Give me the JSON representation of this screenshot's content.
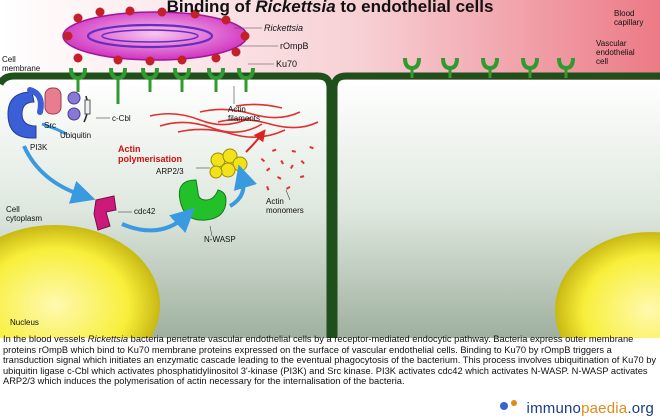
{
  "title": {
    "prefix": "Binding of ",
    "italic": "Rickettsia",
    "suffix": " to endothelial cells"
  },
  "labels": {
    "rickettsia": "Rickettsia",
    "rompb": "rOmpB",
    "ku70": "Ku70",
    "cell_membrane": "Cell\nmembrane",
    "src": "Src",
    "c_cbl": "c-Cbl",
    "ubiquitin": "Ubiquitin",
    "pi3k": "PI3K",
    "actin_filaments": "Actin\nfilaments",
    "actin_polymerisation": "Actin\npolymerisation",
    "arp23": "ARP2/3",
    "cdc42": "cdc42",
    "cell_cytoplasm": "Cell\ncytoplasm",
    "nwasp": "N-WASP",
    "actin_monomers": "Actin\nmonomers",
    "nucleus": "Nucleus",
    "blood_capillary": "Blood\ncapillary",
    "vascular_endothelial_cell": "Vascular\nendothelial\ncell"
  },
  "caption": {
    "p1": "In the blood vessels ",
    "italic": "Rickettsia",
    "p2": " bacteria penetrate vascular endothelial cells by a receptor-mediated endocytic pathway. Bacteria express outer membrane proteins rOmpB which bind to Ku70 membrane proteins expressed on the surface of vascular endothelial cells. Binding to Ku70 by rOmpB triggers a transduction signal which initiates an enzymatic cascade leading to the eventual phagocytosis of the bacterium. This process involves ubiquitination of Ku70 by ubiquitin ligase c-Cbl which activates phosphatidylinositol 3'-kinase (PI3K) and Src kinase. PI3K activates cdc42 which activates N-WASP. N-WASP activates ARP2/3 which induces the polymerisation of actin necessary for the internalisation of the bacteria."
  },
  "logo": {
    "part1": "immuno",
    "part2": "paedia",
    "part3": ".org"
  },
  "colors": {
    "membrane": "#1f4f1a",
    "receptor": "#2f9a2f",
    "bacterium": "#e04fd0",
    "rompb": "#c4202a",
    "pi3k": "#3a5fd6",
    "cdc42": "#cc1a7a",
    "nwasp": "#22c12a",
    "arp": "#f2e21a",
    "nucleus": "#f6f24a",
    "arrow": "#3a9ae0",
    "actin": "#e03030"
  }
}
